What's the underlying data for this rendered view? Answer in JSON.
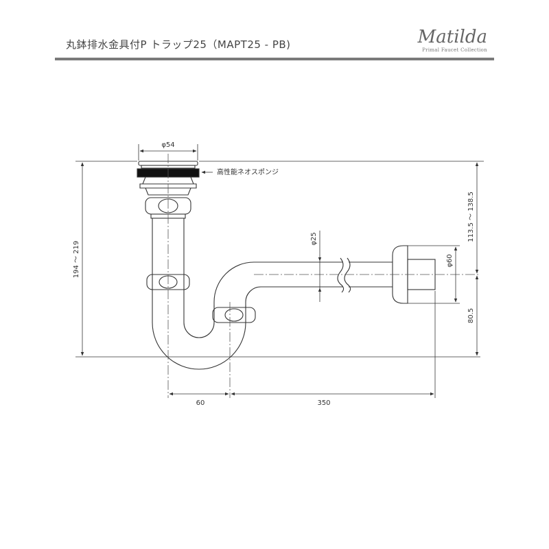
{
  "header": {
    "title": "丸鉢排水金具付P トラップ25（MAPT25 - PB)",
    "brand_name": "Matilda",
    "brand_sub": "Primal Faucet Collection"
  },
  "dimensions": {
    "top_diameter": "φ54",
    "sponge_label": "高性能ネオスポンジ",
    "total_height": "194 ～ 219",
    "pipe_diameter": "φ25",
    "flange_diameter": "φ60",
    "upper_height": "113.5 ～ 138.5",
    "lower_height": "80.5",
    "trap_width": "60",
    "horizontal_length": "350"
  },
  "colors": {
    "line": "#333333",
    "rule": "#7a7a7a"
  }
}
